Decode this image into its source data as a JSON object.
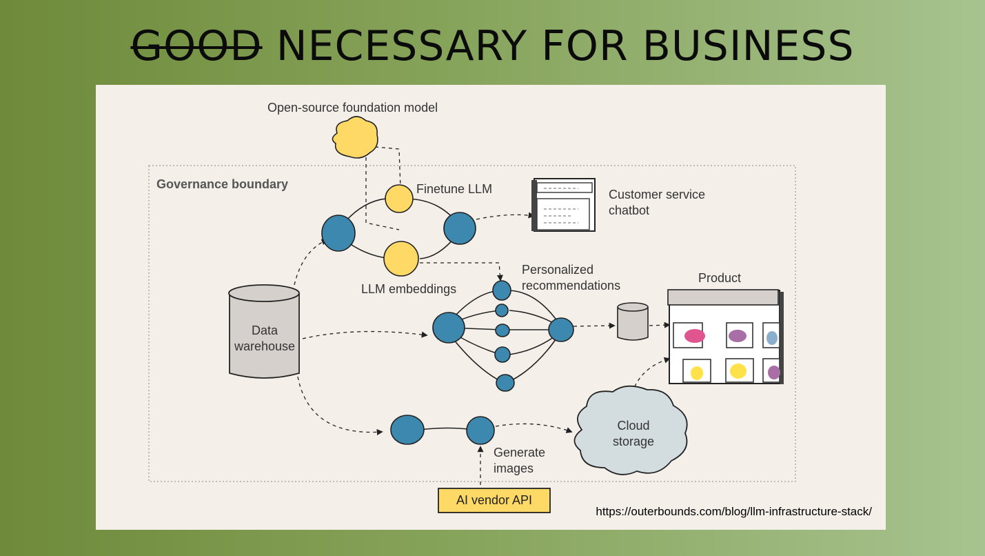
{
  "slide": {
    "title_struck": "GOOD",
    "title_rest": "NECESSARY FOR BUSINESS"
  },
  "diagram": {
    "governance_label": "Governance boundary",
    "foundation_model": "Open-source foundation model",
    "finetune": "Finetune LLM",
    "chatbot": [
      "Customer service",
      "chatbot"
    ],
    "embeddings": "LLM embeddings",
    "recommendations": [
      "Personalized",
      "recommendations"
    ],
    "product": "Product",
    "warehouse": [
      "Data",
      "warehouse"
    ],
    "cloud": [
      "Cloud",
      "storage"
    ],
    "generate": [
      "Generate",
      "images"
    ],
    "vendor": "AI vendor API",
    "source_url": "https://outerbounds.com/blog/llm-infrastructure-stack/",
    "colors": {
      "blue_node": "#3c88ae",
      "yellow_node": "#ffd966",
      "cylinder": "#d6d0cc",
      "cloud": "#d3dcdf",
      "panel": "#f4efe9"
    }
  }
}
